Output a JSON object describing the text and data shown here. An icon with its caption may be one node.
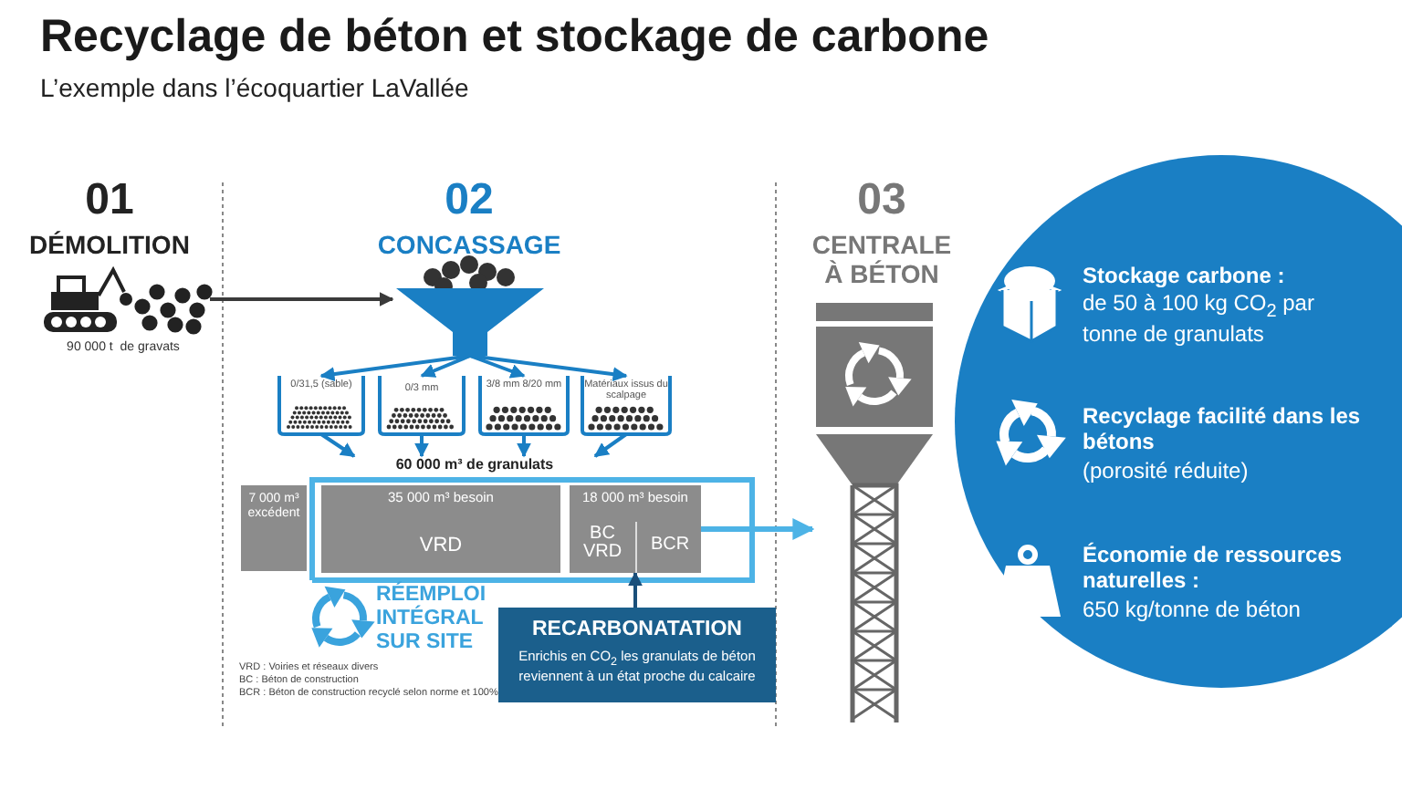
{
  "diagram": {
    "title": "Recyclage de béton et stockage de carbone",
    "nodes": [
      {
        "text": [],
        "shape": "picture",
        "beside": [
          "90 000 t  de gravats"
        ]
      },
      {
        "text": [],
        "shape": "picture"
      },
      {
        "text": [
          "0/31,5 (sable)"
        ]
      },
      {
        "text": [
          "0/3 mm"
        ]
      },
      {
        "text": [
          "3/8 mm 8/20 mm"
        ]
      },
      {
        "text": [
          "Matériaux issus du scalpage"
        ]
      },
      {
        "text": [
          "60 000 m³ de granulats"
        ]
      },
      {
        "text": [
          "7 000 m³ excédent"
        ]
      },
      {
        "text": [
          "35 000 m³ besoin",
          "VRD"
        ]
      },
      {
        "text": [
          "18 000 m³ besoin"
        ]
      },
      {
        "text": [
          "BC VRD"
        ],
        "in": 9
      },
      {
        "text": [
          "BCR"
        ],
        "in": 9
      },
      {
        "text": [
          "RECARBONATATION",
          "Enrichis en CO$_{2}$ les granulats de béton reviennent à un état proche du calcaire"
        ]
      },
      {
        "text": [],
        "shape": "picture"
      },
      {
        "text": [],
        "shape": "circle"
      },
      {
        "text": [
          "Stockage carbone :",
          "de 50 à 100 kg CO$_{2}$ par tonne de granulats"
        ],
        "in": 14
      },
      {
        "text": [
          "Recyclage facilité dans les bétons",
          "(porosité réduite)"
        ],
        "in": 14
      },
      {
        "text": [
          "Économie de ressources naturelles :",
          "650 kg/tonne de béton"
        ],
        "in": 14
      }
    ],
    "edges": [
      {
        "from": 0,
        "to": 1,
        "arrow": "to",
        "color": "#3a3a3a"
      },
      {
        "from": 1,
        "to": 2,
        "arrow": "to"
      },
      {
        "from": 1,
        "to": 3,
        "arrow": "to"
      },
      {
        "from": 1,
        "to": 4,
        "arrow": "to"
      },
      {
        "from": 1,
        "to": 5,
        "arrow": "to"
      },
      {
        "from": 2,
        "to": 6,
        "arrow": "to"
      },
      {
        "from": 3,
        "to": 6,
        "arrow": "to"
      },
      {
        "from": 4,
        "to": 6,
        "arrow": "to"
      },
      {
        "from": 5,
        "to": 6,
        "arrow": "to"
      },
      {
        "from": 12,
        "to": 9,
        "arrow": "to",
        "color": "#1b4f7a"
      },
      {
        "from": 9,
        "to": 13,
        "arrow": "to",
        "color": "#4db3e6"
      }
    ],
    "labels": [
      "L’exemple dans l’écoquartier LaVallée",
      "01",
      "DÉMOLITION",
      "02",
      "CONCASSAGE",
      "03",
      "CENTRALE À BÉTON",
      "RÉEMPLOI INTÉGRAL SUR SITE",
      "VRD : Voiries et réseaux divers",
      "BC : Béton de construction",
      "BCR : Béton de construction recyclé selon norme et 100%"
    ]
  }
}
